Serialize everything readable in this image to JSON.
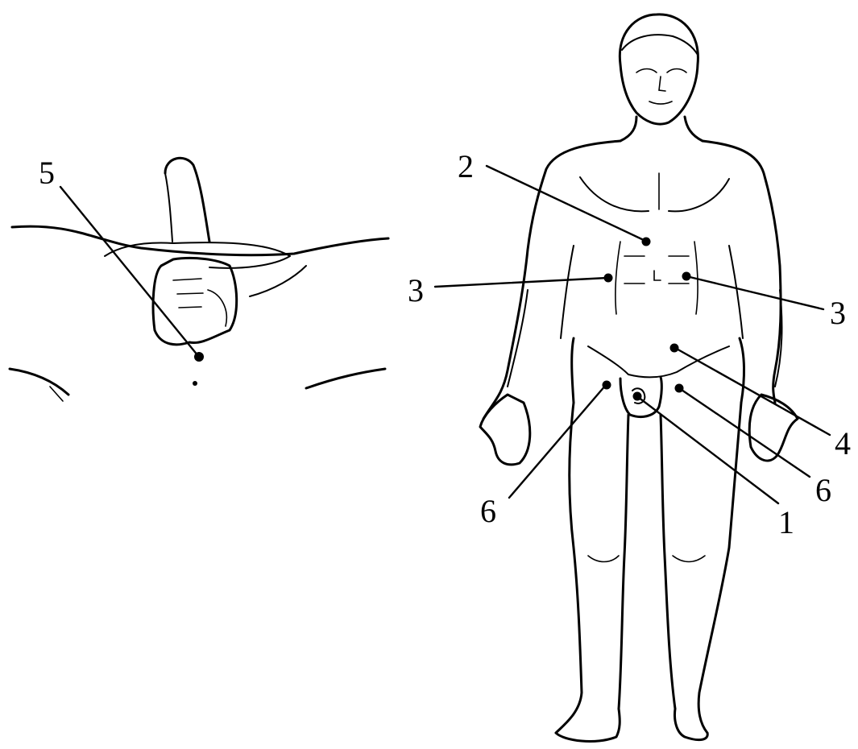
{
  "labels": {
    "one": "1",
    "two": "2",
    "three": "3",
    "four": "4",
    "five": "5",
    "six": "6"
  },
  "colors": {
    "line": "#000000",
    "background": "#ffffff"
  }
}
